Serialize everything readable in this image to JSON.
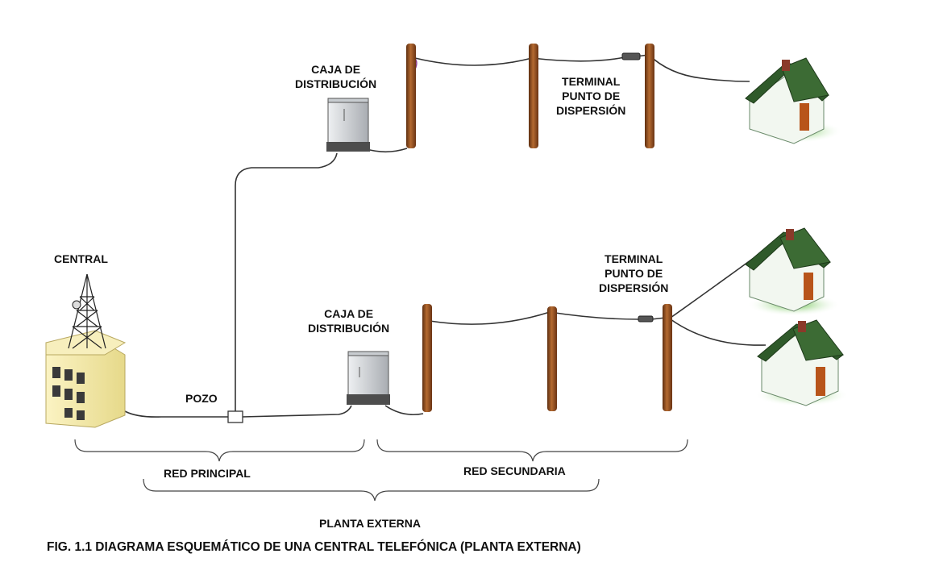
{
  "labels": {
    "central": "CENTRAL",
    "pozo": "POZO",
    "caja_top": [
      "CAJA DE",
      "DISTRIBUCIÓN"
    ],
    "caja_bottom": [
      "CAJA DE",
      "DISTRIBUCIÓN"
    ],
    "terminal_top": [
      "TERMINAL",
      "PUNTO DE",
      "DISPERSIÓN"
    ],
    "terminal_bottom": [
      "TERMINAL",
      "PUNTO DE",
      "DISPERSIÓN"
    ],
    "red_principal": "RED PRINCIPAL",
    "red_secundaria": "RED SECUNDARIA",
    "planta_externa": "PLANTA EXTERNA"
  },
  "caption": "FIG. 1.1  DIAGRAMA ESQUEMÁTICO DE UNA CENTRAL TELEFÓNICA (PLANTA EXTERNA)",
  "colors": {
    "pole": "#8b4a1e",
    "cable": "#333333",
    "roof": "#2f5a2a",
    "wall": "#f2f7f0",
    "door": "#b8541a",
    "building": "#f3e9a8",
    "cabinet": "#d9dcde"
  }
}
